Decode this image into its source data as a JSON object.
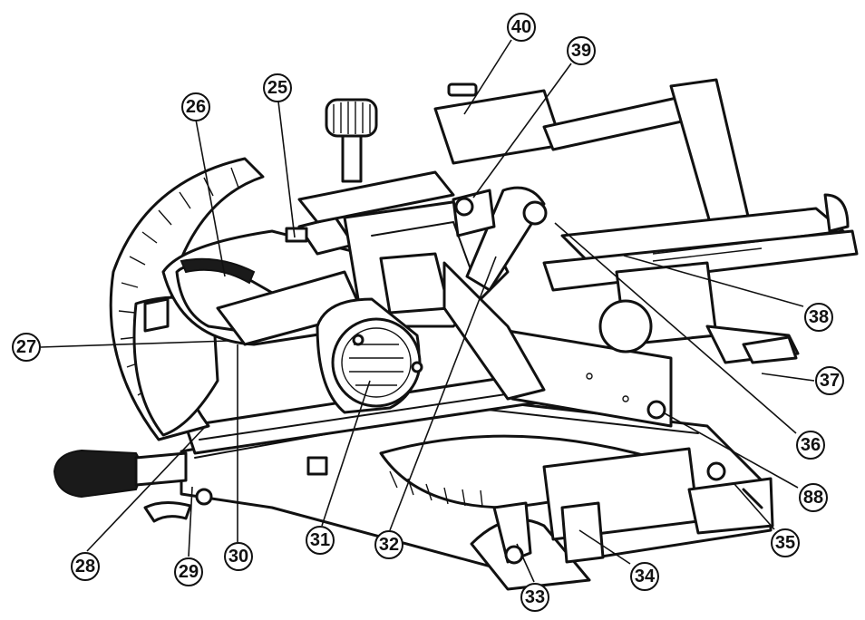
{
  "callouts": [
    {
      "id": "c25",
      "label": "25"
    },
    {
      "id": "c26",
      "label": "26"
    },
    {
      "id": "c27",
      "label": "27"
    },
    {
      "id": "c28",
      "label": "28"
    },
    {
      "id": "c29",
      "label": "29"
    },
    {
      "id": "c30",
      "label": "30"
    },
    {
      "id": "c31",
      "label": "31"
    },
    {
      "id": "c32",
      "label": "32"
    },
    {
      "id": "c33",
      "label": "33"
    },
    {
      "id": "c34",
      "label": "34"
    },
    {
      "id": "c35",
      "label": "35"
    },
    {
      "id": "c36",
      "label": "36"
    },
    {
      "id": "c37",
      "label": "37"
    },
    {
      "id": "c38",
      "label": "38"
    },
    {
      "id": "c39",
      "label": "39"
    },
    {
      "id": "c40",
      "label": "40"
    },
    {
      "id": "c88",
      "label": "88"
    }
  ]
}
